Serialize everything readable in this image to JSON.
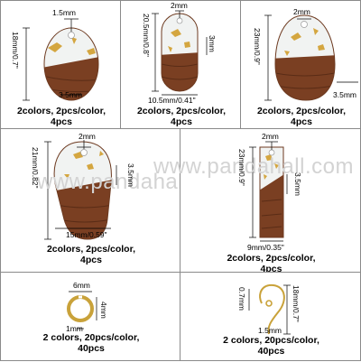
{
  "watermark": "www.pandahall.com",
  "items": [
    {
      "caption": [
        "2colors, 2pcs/color,",
        "4pcs"
      ],
      "dims": [
        "1.5mm",
        "18mm/0.7\"",
        "3.5mm"
      ]
    },
    {
      "caption": [
        "2colors, 2pcs/color,",
        "4pcs"
      ],
      "dims": [
        "2mm",
        "20.5mm/0.8\"",
        "3mm",
        "10.5mm/0.41\""
      ]
    },
    {
      "caption": [
        "2colors, 2pcs/color,",
        "4pcs"
      ],
      "dims": [
        "2mm",
        "23mm/0.9\"",
        "3.5mm"
      ]
    },
    {
      "caption": [
        "2colors, 2pcs/color,",
        "4pcs"
      ],
      "dims": [
        "2mm",
        "21mm/0.82\"",
        "3.5mm",
        "15mm/0.59\""
      ]
    },
    {
      "caption": [
        "2colors, 2pcs/color,",
        "4pcs"
      ],
      "dims": [
        "2mm",
        "23mm/0.9\"",
        "3.5mm",
        "9mm/0.35\""
      ]
    },
    {
      "caption": [
        "2 colors, 20pcs/color,",
        "40pcs"
      ],
      "dims": [
        "6mm",
        "4mm",
        "1mm"
      ]
    },
    {
      "caption": [
        "2 colors, 20pcs/color,",
        "40pcs"
      ],
      "dims": [
        "0.7mm",
        "18mm/0.7\"",
        "1.5mm"
      ]
    }
  ],
  "colors": {
    "wood": "#7a3f22",
    "wood_dark": "#5a2c16",
    "resin": "#f1f3f2",
    "gold": "#d4a640",
    "wire": "#c9a23a",
    "border": "#8a8a8a"
  }
}
